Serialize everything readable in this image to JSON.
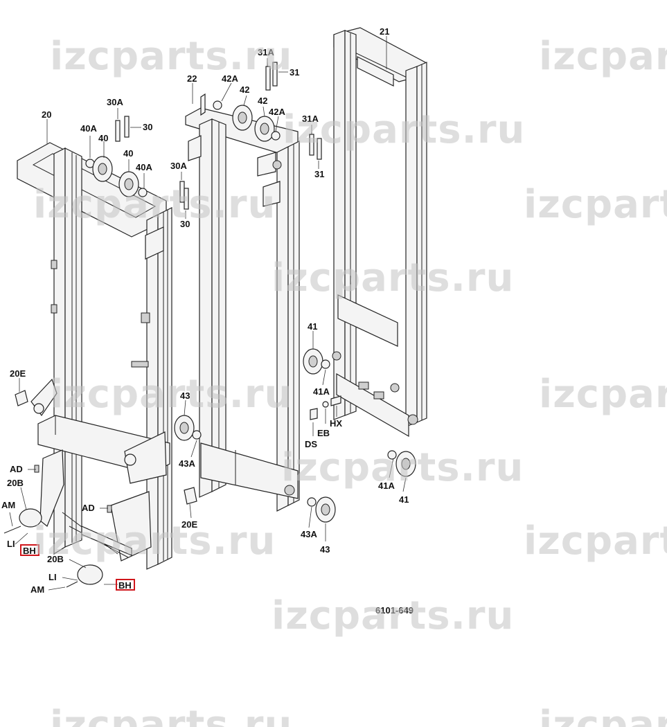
{
  "watermark": "izcparts.ru",
  "diagram_code": "6101-649",
  "labels": {
    "l20": "20",
    "l21": "21",
    "l22": "22",
    "l30A_1": "30A",
    "l30_1": "30",
    "l30A_2": "30A",
    "l30_2": "30",
    "l31A_1": "31A",
    "l31_1": "31",
    "l31A_2": "31A",
    "l31_2": "31",
    "l40A_1": "40A",
    "l40_1": "40",
    "l40_2": "40",
    "l40A_2": "40A",
    "l42A_1": "42A",
    "l42_1": "42",
    "l42_2": "42",
    "l42A_2": "42A",
    "l41_1": "41",
    "l41A_1": "41A",
    "l41A_2": "41A",
    "l41_2": "41",
    "l43_1": "43",
    "l43A_1": "43A",
    "l43A_2": "43A",
    "l43_2": "43",
    "l20E_1": "20E",
    "l20E_2": "20E",
    "lAD_1": "AD",
    "lAD_2": "AD",
    "l20B_1": "20B",
    "l20B_2": "20B",
    "lAM_1": "AM",
    "lAM_2": "AM",
    "lLI_1": "LI",
    "lLI_2": "LI",
    "lBH_1": "BH",
    "lBH_2": "BH",
    "lDS": "DS",
    "lEB": "EB",
    "lHX": "HX"
  }
}
